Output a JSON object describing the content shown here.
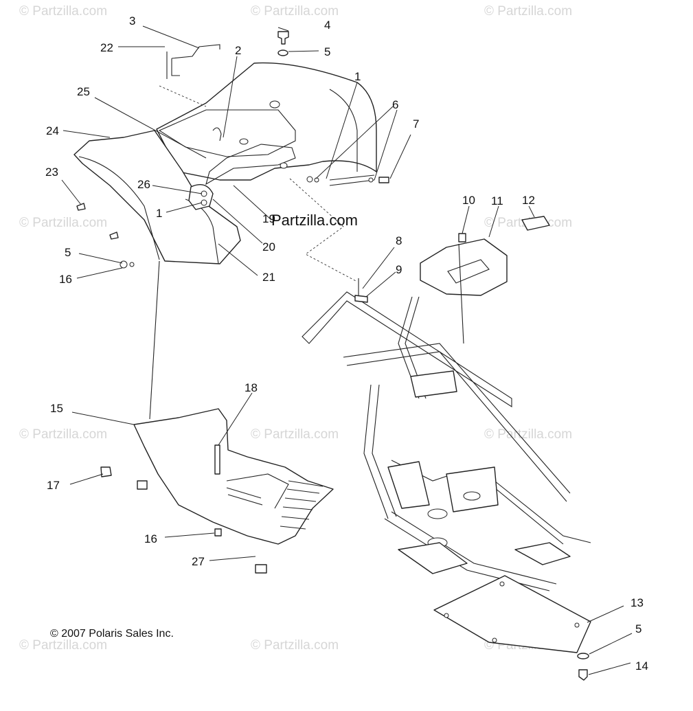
{
  "watermark": "© Partzilla.com",
  "brand": "Partzilla.com",
  "copyright": "© 2007 Polaris Sales Inc.",
  "callouts": [
    "3",
    "22",
    "4",
    "5",
    "2",
    "1",
    "25",
    "6",
    "7",
    "24",
    "23",
    "26",
    "1",
    "19",
    "20",
    "5",
    "21",
    "16",
    "10",
    "11",
    "12",
    "8",
    "9",
    "18",
    "15",
    "17",
    "16",
    "27",
    "13",
    "5",
    "14"
  ]
}
